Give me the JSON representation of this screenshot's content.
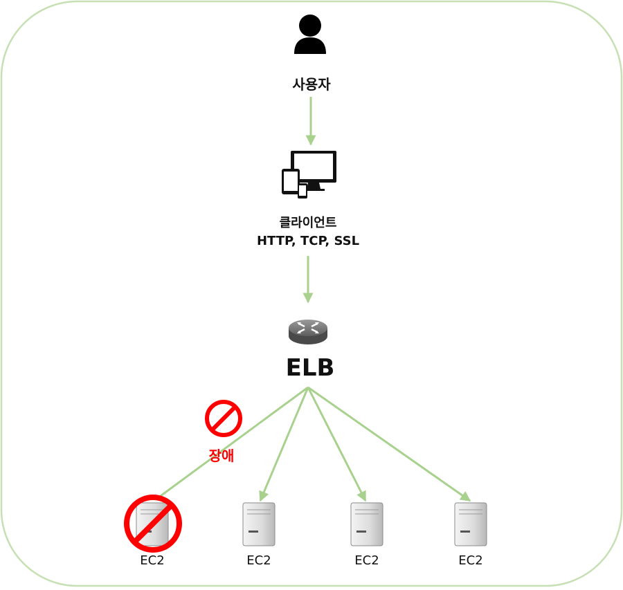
{
  "user": {
    "label": "사용자",
    "icon": "user-icon"
  },
  "client": {
    "label": "클라이언트",
    "protocols": "HTTP, TCP, SSL",
    "icon": "devices-icon"
  },
  "elb": {
    "label": "ELB",
    "icon": "router-icon"
  },
  "failure": {
    "label": "장애",
    "icon": "prohibited-icon"
  },
  "instances": [
    {
      "label": "EC2",
      "failed": true
    },
    {
      "label": "EC2",
      "failed": false
    },
    {
      "label": "EC2",
      "failed": false
    },
    {
      "label": "EC2",
      "failed": false
    }
  ],
  "colors": {
    "border": "#c6e0b4",
    "arrow": "#a9d18e",
    "failure": "#ff0000"
  }
}
